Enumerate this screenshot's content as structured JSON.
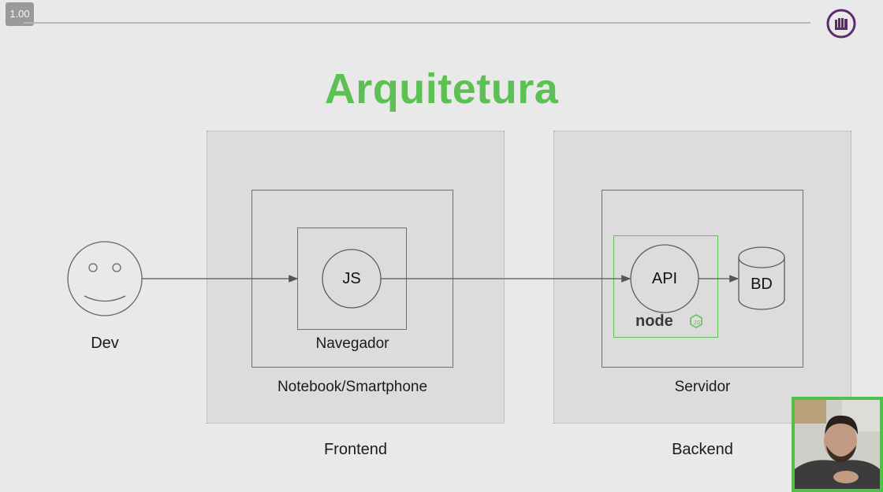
{
  "player": {
    "speed": "1.00"
  },
  "slide": {
    "title": "Arquitetura",
    "dev_label": "Dev",
    "js_label": "JS",
    "browser_label": "Navegador",
    "device_label": "Notebook/Smartphone",
    "frontend_label": "Frontend",
    "api_label": "API",
    "db_label": "BD",
    "node_logo_text": "node",
    "server_label": "Servidor",
    "backend_label": "Backend"
  },
  "colors": {
    "accent_green": "#5cc054",
    "brand_purple": "#5b2b6e"
  },
  "icons": {
    "logo": "brand-logo-icon",
    "dev": "smiley-face-icon",
    "database": "database-cylinder-icon",
    "node": "nodejs-logo-icon"
  }
}
